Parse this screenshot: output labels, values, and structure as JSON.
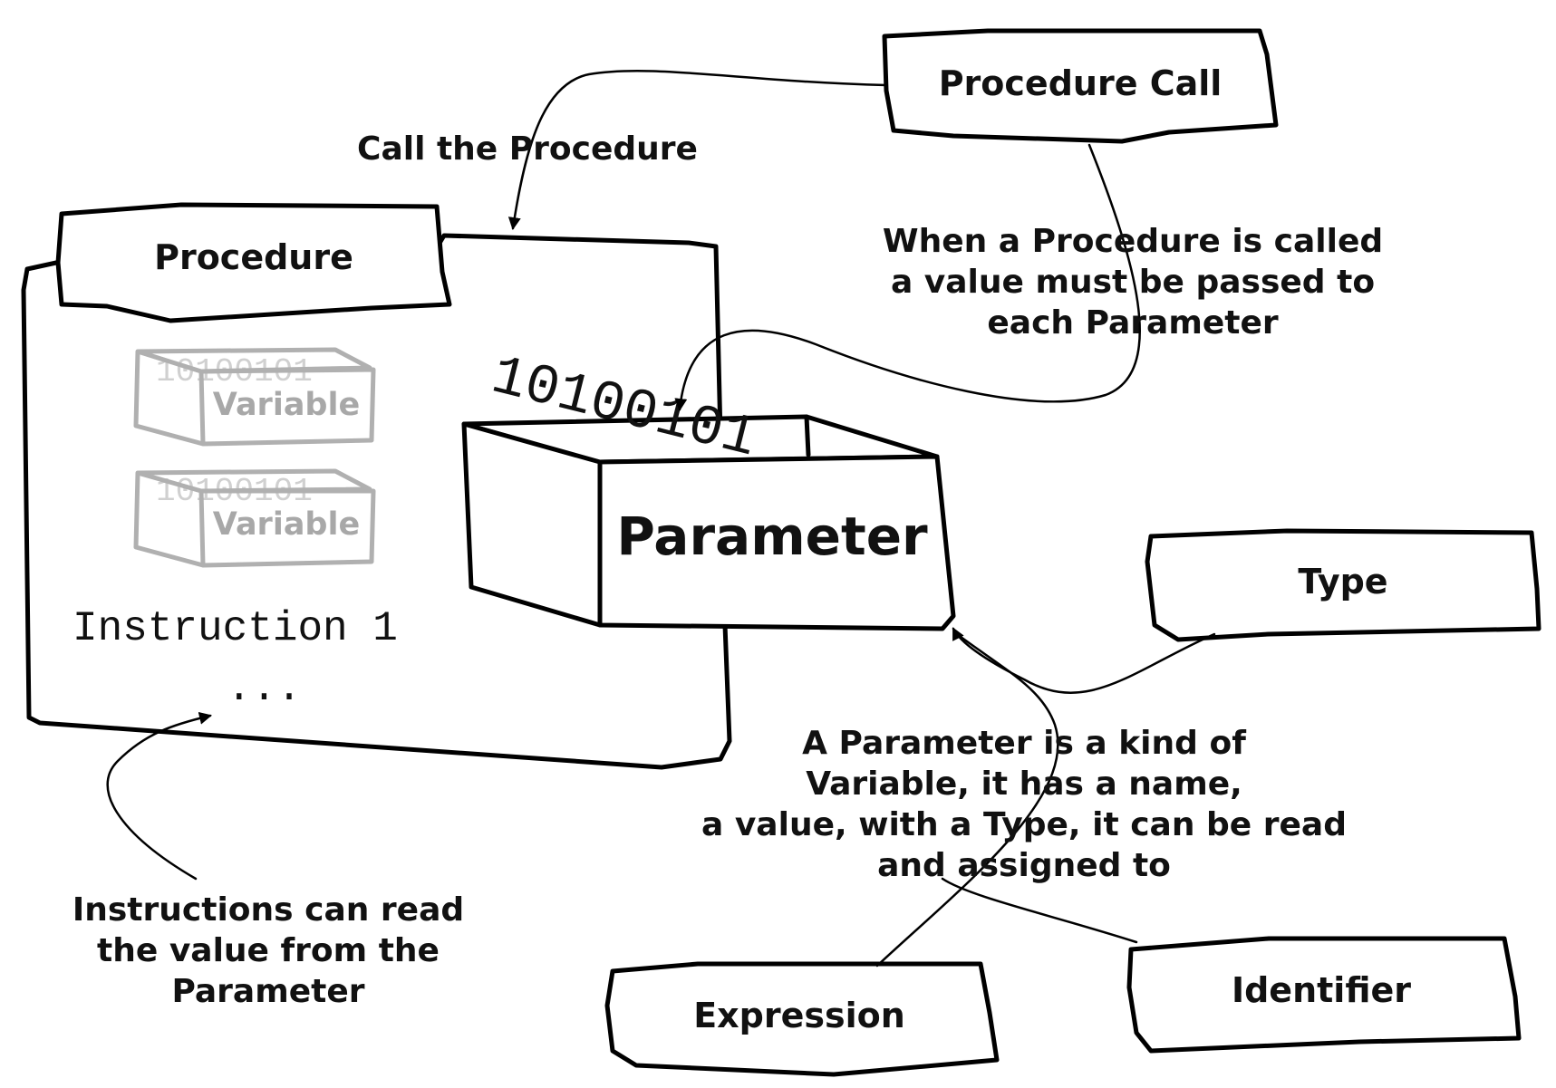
{
  "boxes": {
    "procedure_call": "Procedure Call",
    "procedure": "Procedure",
    "type": "Type",
    "expression": "Expression",
    "identifier": "Identifier"
  },
  "parameter": {
    "label": "Parameter",
    "bits": "10100101"
  },
  "variables": [
    {
      "label": "Variable",
      "bits": "10100101"
    },
    {
      "label": "Variable",
      "bits": "10100101"
    }
  ],
  "code": {
    "instruction": "Instruction 1",
    "ellipsis": "..."
  },
  "annotations": {
    "call_the_procedure": "Call the Procedure",
    "when_called": [
      "When a Procedure is called",
      "a value must be passed to",
      "each Parameter"
    ],
    "parameter_is": [
      "A Parameter is a kind of",
      "Variable, it has a name,",
      "a value, with a Type, it can be read",
      "and assigned to"
    ],
    "instructions_read": [
      "Instructions can read",
      "the value from the",
      "Parameter"
    ]
  }
}
